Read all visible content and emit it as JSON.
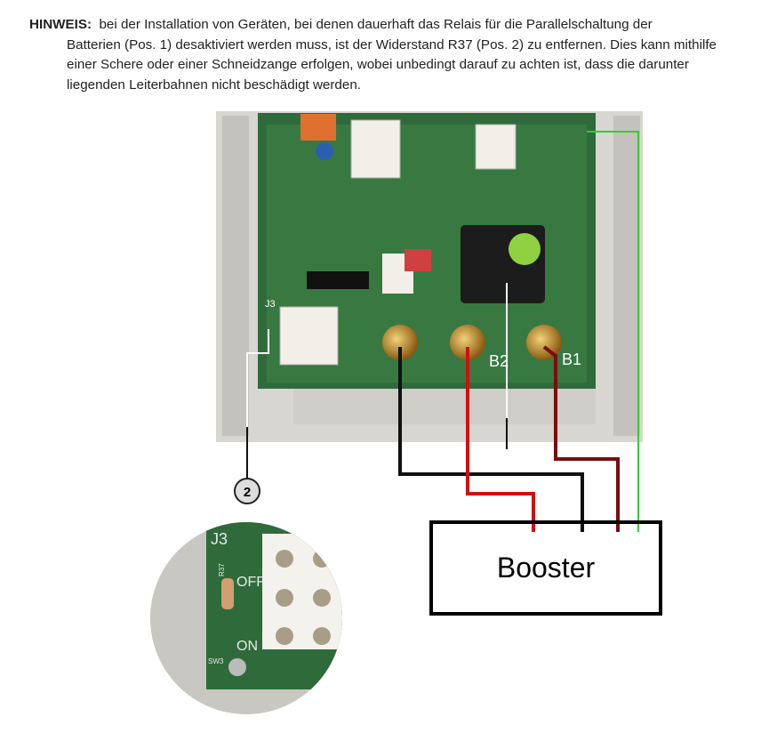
{
  "note": {
    "label": "HINWEIS:",
    "line1": "bei der Installation von Geräten, bei denen dauerhaft das Relais für die Parallelschaltung der",
    "rest": "Batterien (Pos. 1) desaktiviert werden muss, ist der Widerstand R37 (Pos. 2) zu entfernen. Dies kann mithilfe einer Schere oder einer Schneidzange erfolgen, wobei unbedingt darauf zu achten ist, dass die darunter liegenden Leiterbahnen nicht beschädigt werden."
  },
  "figure": {
    "callout": "2",
    "booster_label": "Booster",
    "board_labels": {
      "b2": "B2",
      "b1": "B1",
      "j3": "J3"
    },
    "detail_labels": {
      "j3": "J3",
      "r37": "R37",
      "off": "OFF",
      "on": "ON",
      "sw3": "SW3"
    },
    "wire_colors": {
      "black": "#111111",
      "red": "#d01010",
      "darkred": "#7a0c0c",
      "green": "#33cc33"
    }
  }
}
